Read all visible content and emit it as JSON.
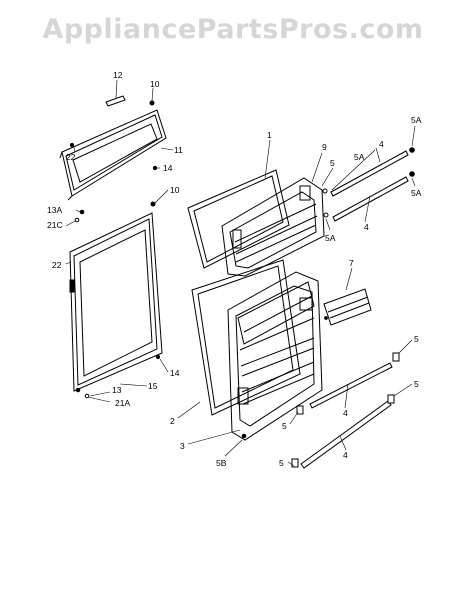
{
  "watermark": "AppliancePartsPros.com",
  "callouts": {
    "c12": "12",
    "c10a": "10",
    "c22a": "22",
    "c11": "11",
    "c14a": "14",
    "c13a": "13A",
    "c21c": "21C",
    "c10b": "10",
    "c22b": "22",
    "c14b": "14",
    "c13": "13",
    "c15": "15",
    "c21a": "21A",
    "c1": "1",
    "c9": "9",
    "c5b": "5",
    "c5a1": "5A",
    "c4a": "4",
    "c5a2": "5A",
    "c5a3": "5A",
    "c4b": "4",
    "c5a4": "5A",
    "c7": "7",
    "c2": "2",
    "c3": "3",
    "c5b2": "5B",
    "c5a": "5",
    "c5c": "5",
    "c5d": "5",
    "c4c": "4",
    "c4d": "4"
  }
}
